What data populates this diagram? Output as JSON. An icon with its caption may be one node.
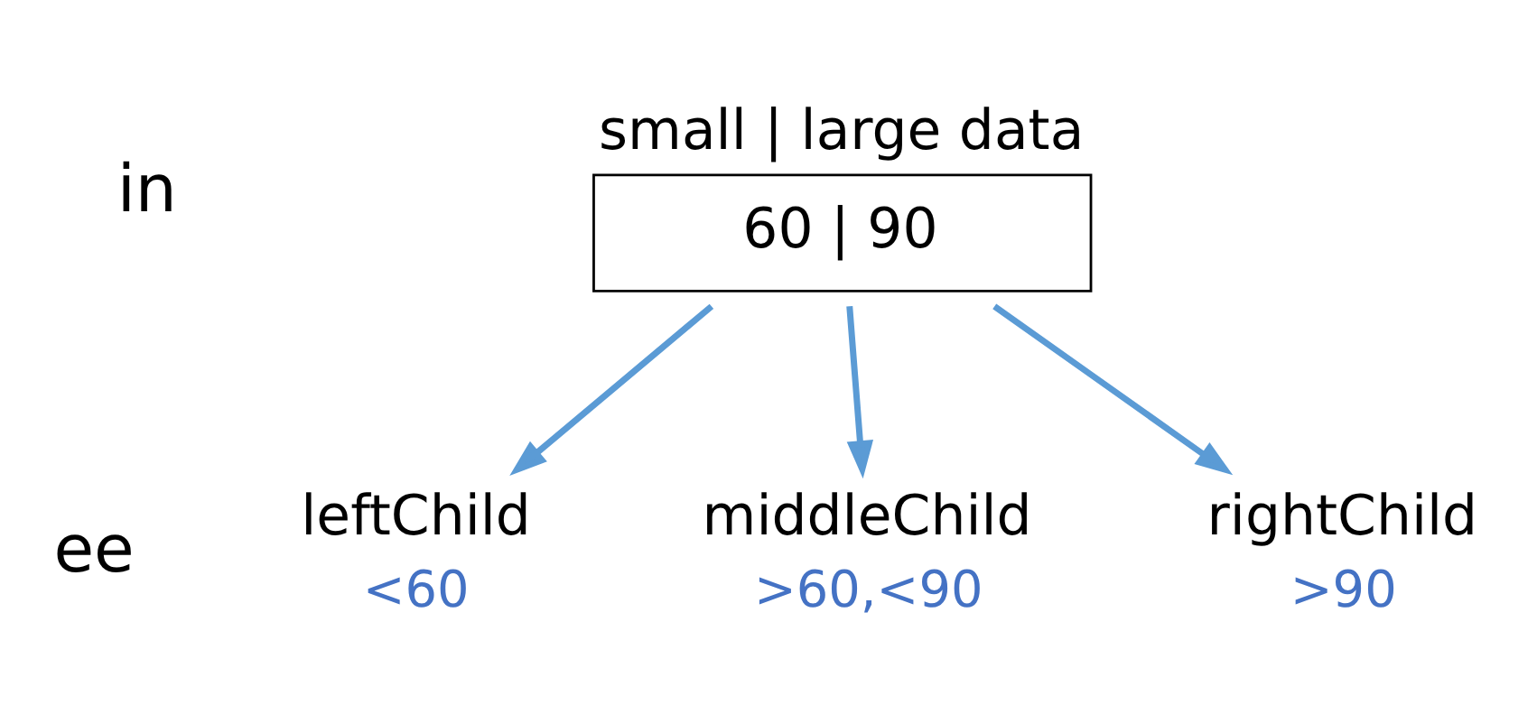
{
  "diagram": {
    "nodes": [
      {
        "text": [
          "small | large data",
          "60 | 90"
        ]
      },
      {
        "text": [
          "leftChild"
        ],
        "beside": [
          "<60"
        ]
      },
      {
        "text": [
          "middleChild"
        ],
        "beside": [
          ">60,<90"
        ]
      },
      {
        "text": [
          "rightChild"
        ],
        "beside": [
          ">90"
        ]
      }
    ],
    "edges": [
      {
        "from": 0,
        "to": 1,
        "arrow": "to"
      },
      {
        "from": 0,
        "to": 2,
        "arrow": "to"
      },
      {
        "from": 0,
        "to": 3,
        "arrow": "to"
      }
    ],
    "labels": [
      "in",
      "ee"
    ]
  }
}
